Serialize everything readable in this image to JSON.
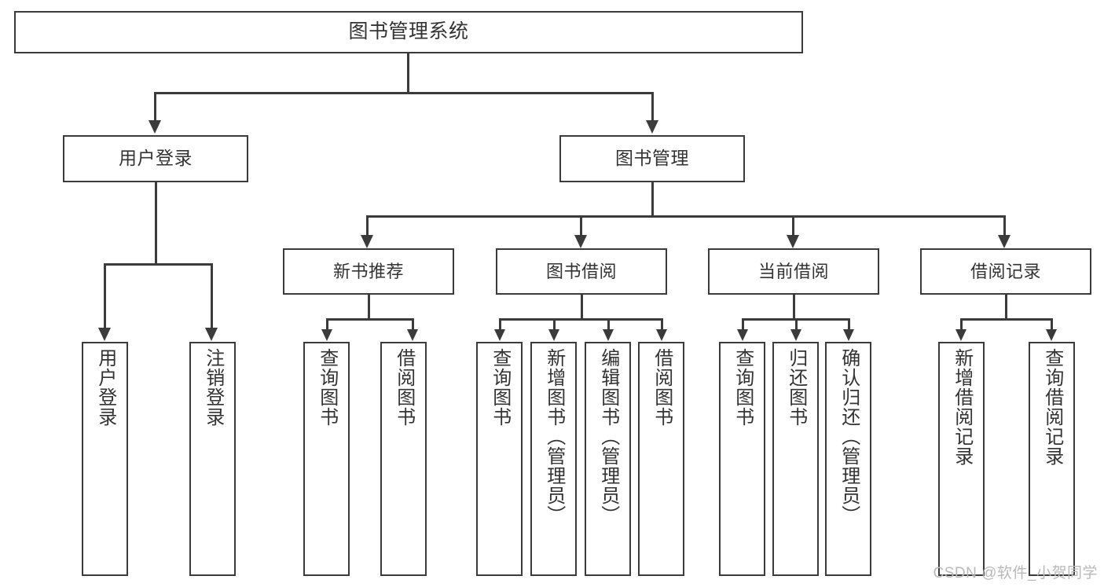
{
  "diagram": {
    "title": "图书管理系统",
    "type": "tree-hierarchy-diagram",
    "root": {
      "label": "图书管理系统"
    },
    "level1": [
      {
        "label": "用户登录"
      },
      {
        "label": "图书管理"
      }
    ],
    "level2": [
      {
        "label": "新书推荐"
      },
      {
        "label": "图书借阅"
      },
      {
        "label": "当前借阅"
      },
      {
        "label": "借阅记录"
      }
    ],
    "leaves": {
      "user_login": [
        {
          "label": "用户登录"
        },
        {
          "label": "注销登录"
        }
      ],
      "new_book_recommend": [
        {
          "label": "查询图书"
        },
        {
          "label": "借阅图书"
        }
      ],
      "book_borrow": [
        {
          "label": "查询图书"
        },
        {
          "label": "新增图书（管理员）"
        },
        {
          "label": "编辑图书（管理员）"
        },
        {
          "label": "借阅图书"
        }
      ],
      "current_borrow": [
        {
          "label": "查询图书"
        },
        {
          "label": "归还图书"
        },
        {
          "label": "确认归还（管理员）"
        }
      ],
      "borrow_record": [
        {
          "label": "新增借阅记录"
        },
        {
          "label": "查询借阅记录"
        }
      ]
    }
  },
  "watermark": {
    "text": "CSDN @软件_小贺同学"
  },
  "colors": {
    "border": "#3b3b3b",
    "text": "#333333",
    "background": "#ffffff",
    "watermark": "#b9b9b9"
  }
}
